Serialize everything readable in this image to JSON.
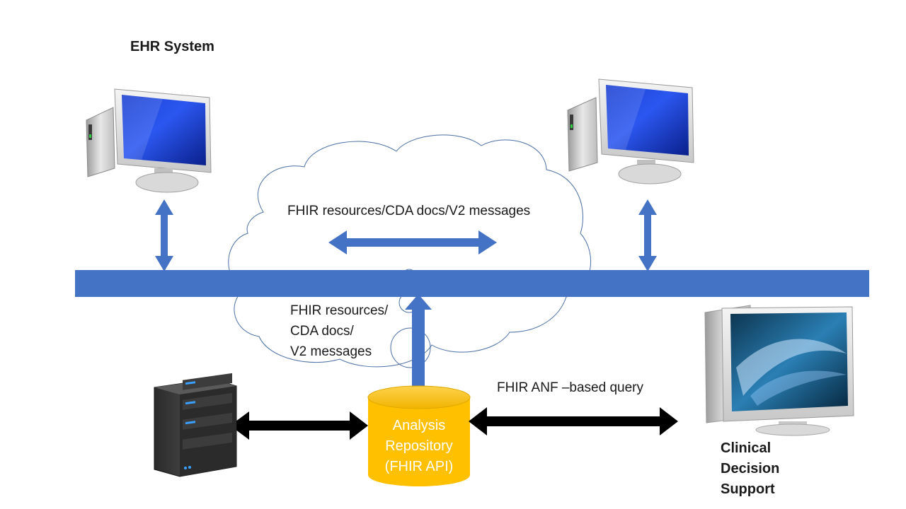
{
  "nodes": {
    "ehr_system": "EHR System",
    "cds": [
      "Clinical",
      "Decision",
      "Support"
    ],
    "repository": [
      "Analysis",
      "Repository",
      "(FHIR API)"
    ]
  },
  "edges": {
    "cloud_exchange": "FHIR resources/CDA docs/V2 messages",
    "cloud_to_repository": [
      "FHIR resources/",
      "CDA docs/",
      "V2 messages"
    ],
    "repository_to_cds": "FHIR ANF –based query"
  },
  "colors": {
    "bus": "#4472C4",
    "arrow_blue": "#4472C4",
    "arrow_black": "#000000",
    "cylinder": "#FFC000",
    "cloud_stroke": "#4A6FA5"
  },
  "icons": {
    "ehr_computer": "desktop-computer-icon",
    "peer_computer": "desktop-computer-icon",
    "cds_computer": "monitor-icon",
    "server": "server-icon"
  }
}
